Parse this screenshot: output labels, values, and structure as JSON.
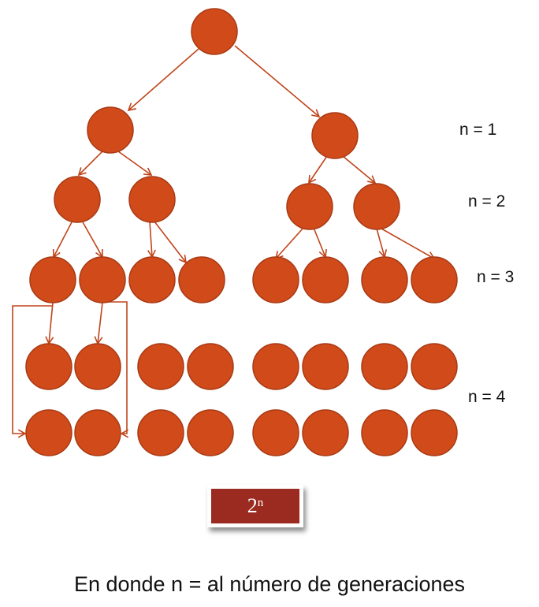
{
  "colors": {
    "node_fill": "#d14a1a",
    "node_stroke": "#a83a14",
    "edge": "#c0441a",
    "formula_bg": "#9b2a20"
  },
  "generation_labels": [
    "n = 1",
    "n = 2",
    "n = 3",
    "n = 4"
  ],
  "formula": {
    "base": "2",
    "exponent": "n"
  },
  "caption": "En donde n = al número de generaciones"
}
